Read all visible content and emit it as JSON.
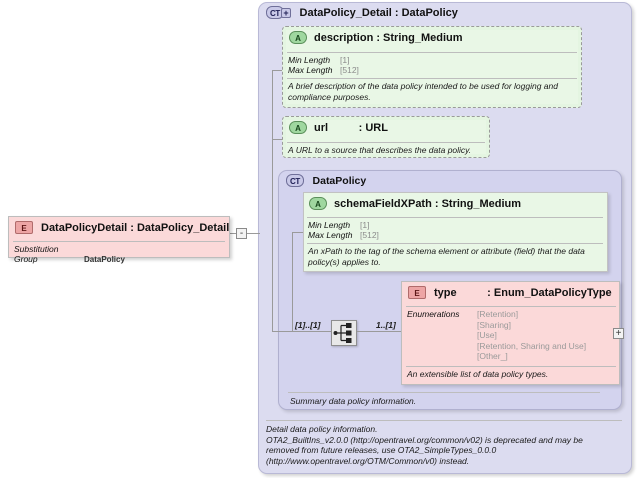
{
  "diagram": {
    "type": "xsd-schema-diagram",
    "root_element": {
      "icon": "element-icon",
      "icon_label": "E",
      "title": "DataPolicyDetail : DataPolicy_Detail",
      "property_key": "Substitution Group",
      "property_value": "DataPolicy"
    },
    "complex_type": {
      "icon": "complextype-icon",
      "icon_label": "CT",
      "expander": "+",
      "title": "DataPolicy_Detail : DataPolicy",
      "attributes": [
        {
          "icon": "attribute-icon",
          "icon_label": "A",
          "title": "description : String_Medium",
          "facets": [
            {
              "key": "Min Length",
              "value": "[1]"
            },
            {
              "key": "Max Length",
              "value": "[512]"
            }
          ],
          "documentation": "A brief description of the data policy intended to be used for logging and compliance purposes."
        },
        {
          "icon": "attribute-icon",
          "icon_label": "A",
          "title": "url          : URL",
          "facets": [],
          "documentation": "A URL to a source that describes the data policy."
        }
      ],
      "inner_complex_type": {
        "icon": "complextype-icon",
        "icon_label": "CT",
        "title": "DataPolicy",
        "attribute": {
          "icon": "attribute-icon",
          "icon_label": "A",
          "title": "schemaFieldXPath : String_Medium",
          "facets": [
            {
              "key": "Min Length",
              "value": "[1]"
            },
            {
              "key": "Max Length",
              "value": "[512]"
            }
          ],
          "documentation": "An xPath to the tag of the schema element or attribute (field) that the data policy(s) applies to."
        },
        "enum_element": {
          "icon": "enum-element-icon",
          "icon_label": "E",
          "title": "type          : Enum_DataPolicyType",
          "facet_key": "Enumerations",
          "enumerations": [
            "[Retention]",
            "[Sharing]",
            "[Use]",
            "[Retention, Sharing and Use]",
            "[Other_]"
          ],
          "documentation": "An extensible list of data policy types.",
          "expander": "+"
        },
        "compositor": {
          "icon": "sequence-compositor-icon",
          "cardinality_left": "[1]..[1]",
          "cardinality_right": "1..[1]"
        },
        "documentation": "Summary data policy information."
      }
    },
    "bottom_documentation": [
      "Detail data policy information.",
      "OTA2_BuiltIns_v2.0.0 (http://opentravel.org/common/v02) is deprecated and may be",
      "removed from future releases, use OTA2_SimpleTypes_0.0.0",
      "(http://www.opentravel.org/OTM/Common/v0) instead."
    ],
    "collapse_toggle": "-"
  },
  "colors": {
    "panel_outer": "#dcdcf0",
    "panel_inner": "#d3d3ee",
    "attribute_green": "#e9f7e6",
    "element_pink": "#fbd9d9",
    "line_gray": "#9a9a9a",
    "facet_value_gray": "#8b8b8b"
  }
}
